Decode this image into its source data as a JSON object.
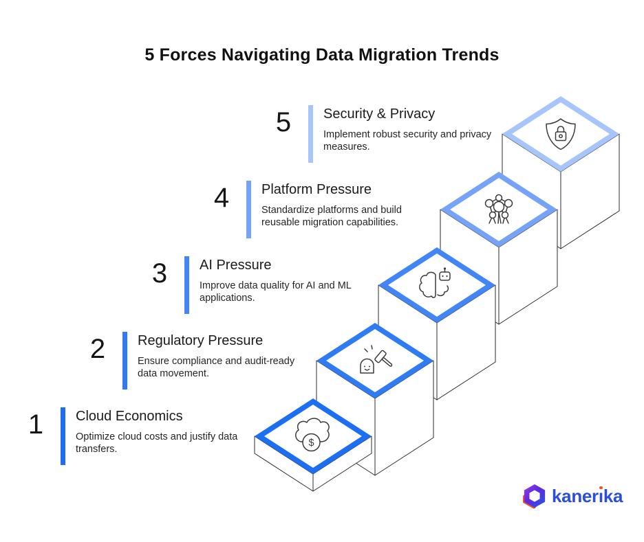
{
  "header": {
    "title": "5 Forces Navigating Data Migration Trends"
  },
  "forces": [
    {
      "number": "1",
      "title": "Cloud Economics",
      "description": "Optimize cloud costs and justify data transfers.",
      "color": "#1C6FF2",
      "icon": "cloud-dollar-icon",
      "icon_glyph": "$"
    },
    {
      "number": "2",
      "title": "Regulatory Pressure",
      "description": "Ensure compliance and audit-ready data movement.",
      "color": "#2F7BF4",
      "icon": "gavel-compliance-icon"
    },
    {
      "number": "3",
      "title": "AI Pressure",
      "description": "Improve data quality for AI and ML applications.",
      "color": "#4285F6",
      "icon": "ai-brain-icon"
    },
    {
      "number": "4",
      "title": "Platform Pressure",
      "description": "Standardize platforms and build reusable migration capabilities.",
      "color": "#74A3F8",
      "icon": "people-network-icon"
    },
    {
      "number": "5",
      "title": "Security & Privacy",
      "description": "Implement robust security and privacy measures.",
      "color": "#A6C6FB",
      "icon": "shield-lock-icon"
    }
  ],
  "staircase": {
    "outline_color": "#2b2b2b",
    "tile_fill": "#ffffff",
    "icon_stroke": "#3a3a3a"
  },
  "logo": {
    "brand": "kanerika",
    "wordmark": {
      "pre": "kaner",
      "i_char": "ı",
      "post": "ka"
    },
    "text_color": "#2B4FD7",
    "dot_color": "#F4502E",
    "icon": "kanerika-cube-icon"
  }
}
